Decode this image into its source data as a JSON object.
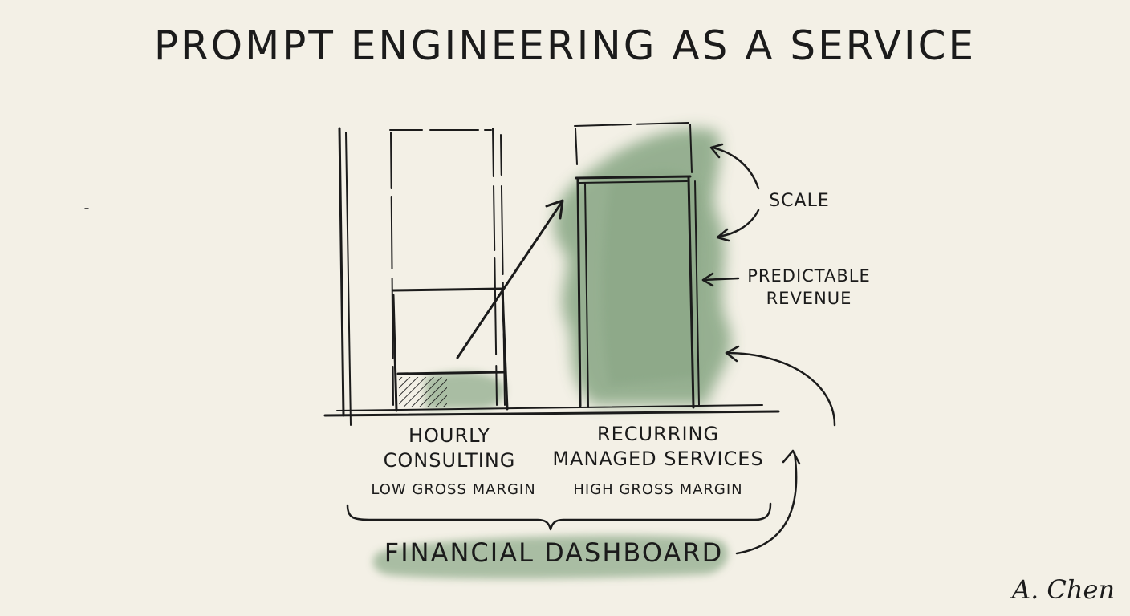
{
  "title": "PROMPT ENGINEERING AS A SERVICE",
  "bars": {
    "hourly": {
      "label_line1": "HOURLY",
      "label_line2": "CONSULTING",
      "sublabel": "LOW GROSS MARGIN"
    },
    "recurring": {
      "label_line1": "RECURRING",
      "label_line2": "MANAGED SERVICES",
      "sublabel": "HIGH GROSS MARGIN"
    }
  },
  "annotations": {
    "scale": "SCALE",
    "predictable_line1": "PREDICTABLE",
    "predictable_line2": "REVENUE"
  },
  "dashboard_label": "FINANCIAL DASHBOARD",
  "signature": "A. Chen",
  "colors": {
    "paper": "#f3f0e6",
    "ink": "#1b1b1b",
    "wash": "#7fa07c"
  }
}
